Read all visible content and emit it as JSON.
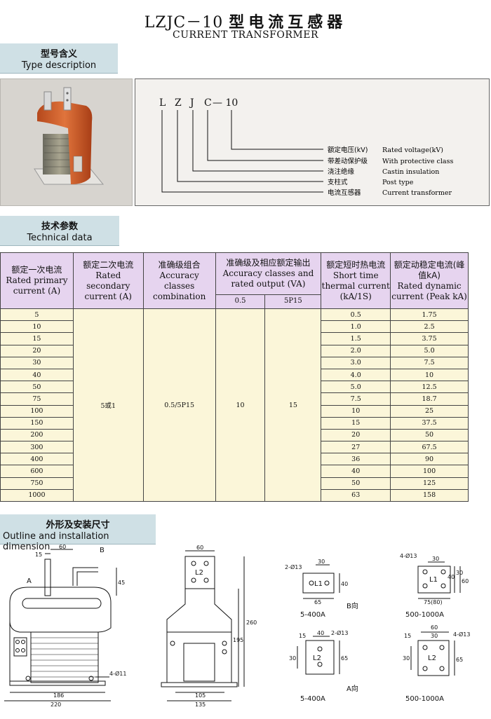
{
  "header": {
    "title_model": "LZJC－10",
    "title_cn": "型电流互感器",
    "subtitle": "CURRENT TRANSFORMER"
  },
  "sections": {
    "type_desc": {
      "cn": "型号含义",
      "en": "Type description"
    },
    "technical": {
      "cn": "技术参数",
      "en": "Technical data"
    },
    "outline": {
      "cn": "外形及安装尺寸",
      "en": "Outline and installation dimension"
    }
  },
  "type_code": {
    "letters": [
      "L",
      "Z",
      "J",
      "C",
      "— 10"
    ],
    "items": [
      {
        "cn": "额定电压(kV)",
        "en": "Rated voltage(kV)"
      },
      {
        "cn": "带差动保护级",
        "en": "With protective class"
      },
      {
        "cn": "浇注绝缘",
        "en": "Castin insulation"
      },
      {
        "cn": "支柱式",
        "en": "Post type"
      },
      {
        "cn": "电流互感器",
        "en": "Current transformer"
      }
    ]
  },
  "table": {
    "headers": {
      "primary": {
        "cn": "额定一次电流",
        "en": "Rated primary current (A)"
      },
      "secondary": {
        "cn": "额定二次电流",
        "en": "Rated secondary current (A)"
      },
      "accuracy": {
        "cn": "准确级组合",
        "en": "Accuracy classes combination"
      },
      "output": {
        "cn": "准确级及相应额定输出",
        "en": "Accuracy classes and rated output (VA)"
      },
      "output_sub": [
        "0.5",
        "5P15"
      ],
      "thermal": {
        "cn": "额定短时热电流",
        "en": "Short time thermal current (kA/1S)"
      },
      "dynamic": {
        "cn": "额定动稳定电流(峰值kA)",
        "en": "Rated dynamic current (Peak kA)"
      }
    },
    "merged": {
      "secondary": "5或1",
      "accuracy": "0.5/5P15",
      "out05": "10",
      "out5p": "15"
    },
    "rows": [
      {
        "primary": "5",
        "thermal": "0.5",
        "dynamic": "1.75"
      },
      {
        "primary": "10",
        "thermal": "1.0",
        "dynamic": "2.5"
      },
      {
        "primary": "15",
        "thermal": "1.5",
        "dynamic": "3.75"
      },
      {
        "primary": "20",
        "thermal": "2.0",
        "dynamic": "5.0"
      },
      {
        "primary": "30",
        "thermal": "3.0",
        "dynamic": "7.5"
      },
      {
        "primary": "40",
        "thermal": "4.0",
        "dynamic": "10"
      },
      {
        "primary": "50",
        "thermal": "5.0",
        "dynamic": "12.5"
      },
      {
        "primary": "75",
        "thermal": "7.5",
        "dynamic": "18.7"
      },
      {
        "primary": "100",
        "thermal": "10",
        "dynamic": "25"
      },
      {
        "primary": "150",
        "thermal": "15",
        "dynamic": "37.5"
      },
      {
        "primary": "200",
        "thermal": "20",
        "dynamic": "50"
      },
      {
        "primary": "300",
        "thermal": "27",
        "dynamic": "67.5"
      },
      {
        "primary": "400",
        "thermal": "36",
        "dynamic": "90"
      },
      {
        "primary": "600",
        "thermal": "40",
        "dynamic": "100"
      },
      {
        "primary": "750",
        "thermal": "50",
        "dynamic": "125"
      },
      {
        "primary": "1000",
        "thermal": "63",
        "dynamic": "158"
      }
    ]
  },
  "drawings": {
    "front": {
      "d15": "15",
      "d60": "60",
      "arrowA": "A",
      "arrowB": "B",
      "d45": "45",
      "hole": "4-Ø11",
      "w186": "186",
      "w220": "220"
    },
    "side": {
      "d60": "60",
      "l2": "L2",
      "h260": "260",
      "h195": "195",
      "w105": "105",
      "w135": "135"
    },
    "b_small": {
      "holes": "2-Ø13",
      "d30": "30",
      "d40": "40",
      "d65": "65",
      "l1": "L1",
      "view": "B向",
      "range": "5-400A"
    },
    "b_large": {
      "holes": "4-Ø13",
      "d30": "30",
      "d40": "40",
      "d60": "60",
      "d30b": "30",
      "w": "75(80)",
      "l1": "L1",
      "range": "500-1000A"
    },
    "a_small": {
      "holes": "2-Ø13",
      "d15": "15",
      "d40": "40",
      "d30": "30",
      "d65": "65",
      "l2": "L2",
      "view": "A向",
      "range": "5-400A"
    },
    "a_large": {
      "holes": "4-Ø13",
      "d60": "60",
      "d15": "15",
      "d30": "30",
      "d30b": "30",
      "d65": "65",
      "l2": "L2",
      "range": "500-1000A"
    }
  }
}
